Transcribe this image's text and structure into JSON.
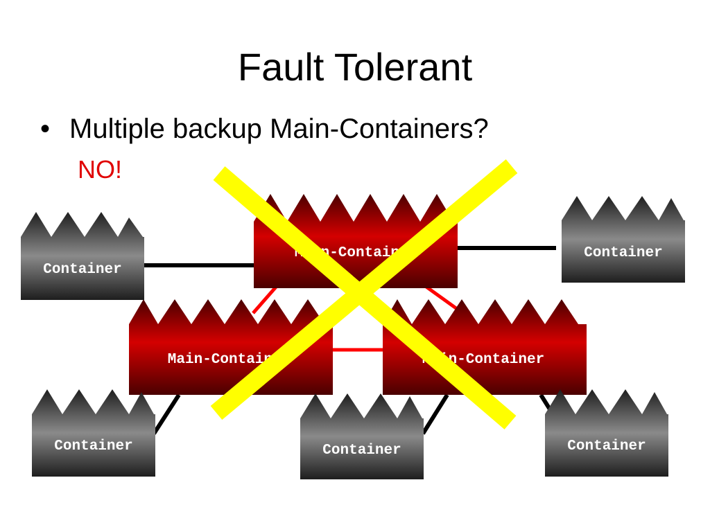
{
  "slide": {
    "title": "Fault Tolerant",
    "bullet_marker": "•",
    "bullet": "Multiple backup Main-Containers?",
    "answer": "NO!"
  },
  "diagram": {
    "main_containers": [
      {
        "label": "Main-Container"
      },
      {
        "label": "Main-Container"
      },
      {
        "label": "Main-Container"
      }
    ],
    "containers": [
      {
        "label": "Container"
      },
      {
        "label": "Container"
      },
      {
        "label": "Container"
      },
      {
        "label": "Container"
      },
      {
        "label": "Container"
      }
    ]
  },
  "colors": {
    "answer_text": "#e00000",
    "main_container_fill": "#b00000",
    "container_fill": "#5a5a5a",
    "cross_mark": "#ffff00",
    "backup_link": "#ff0000",
    "container_link": "#000000"
  }
}
